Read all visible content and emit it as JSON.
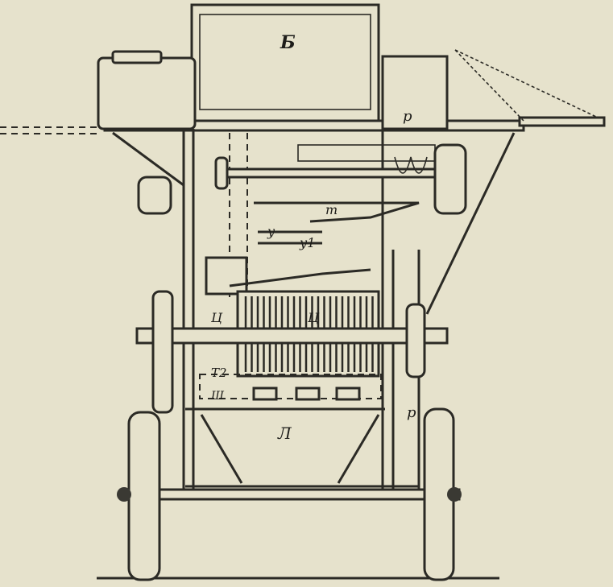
{
  "labels": {
    "bunker": "Б",
    "r_top": "р",
    "m": "m",
    "y": "у",
    "y1": "у1",
    "ts_left": "Ц",
    "ts_drum": "Ц",
    "t2": "Т2",
    "sh": "Ш",
    "l": "Л",
    "r_bottom": "р"
  }
}
